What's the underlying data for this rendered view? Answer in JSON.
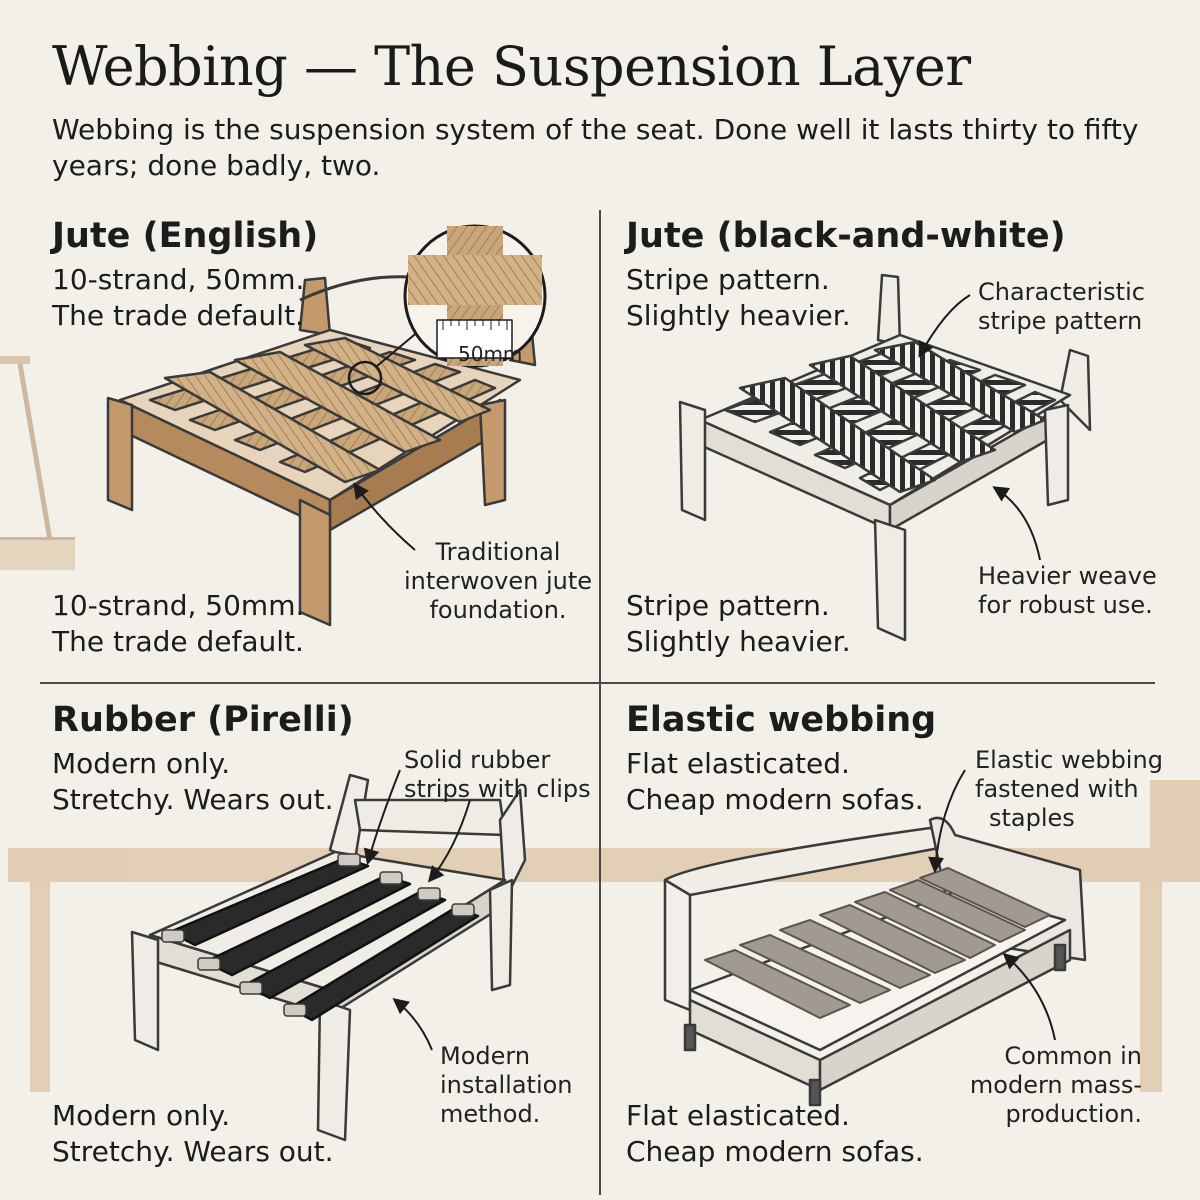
{
  "title": "Webbing — The Suspension Layer",
  "intro": "Webbing is the suspension system of the seat. Done well it lasts thirty to fifty years; done badly, two.",
  "panels": [
    {
      "title": "Jute (English)",
      "lines": [
        "10-strand, 50mm.",
        "The trade default."
      ],
      "lines_bottom": [
        "10-strand, 50mm.",
        "The trade default."
      ],
      "callouts": [
        {
          "lines": [
            "Traditional",
            "interwoven jute",
            "foundation."
          ]
        }
      ],
      "scale_label": "50mm"
    },
    {
      "title": "Jute (black-and-white)",
      "lines": [
        "Stripe pattern.",
        "Slightly heavier."
      ],
      "lines_bottom": [
        "Stripe pattern.",
        "Slightly heavier."
      ],
      "callouts": [
        {
          "lines": [
            "Characteristic",
            "stripe pattern"
          ]
        },
        {
          "lines": [
            "Heavier weave",
            "for robust use."
          ]
        }
      ]
    },
    {
      "title": "Rubber (Pirelli)",
      "lines": [
        "Modern only.",
        "Stretchy. Wears out."
      ],
      "lines_bottom": [
        "Modern only.",
        "Stretchy. Wears out."
      ],
      "callouts": [
        {
          "lines": [
            "Solid rubber",
            "strips with clips"
          ]
        },
        {
          "lines": [
            "Modern",
            "installation",
            "method."
          ]
        }
      ]
    },
    {
      "title": "Elastic webbing",
      "lines": [
        "Flat elasticated.",
        "Cheap modern sofas."
      ],
      "lines_bottom": [
        "Flat elasticated.",
        "Cheap modern sofas."
      ],
      "callouts": [
        {
          "lines": [
            "Elastic webbing",
            "fastened with",
            "staples"
          ]
        },
        {
          "lines": [
            "Common in",
            "modern mass-",
            "production."
          ]
        }
      ]
    }
  ],
  "colors": {
    "background": "#f3f0ea",
    "jute": "#c9a57a",
    "wood": "#c49a6c",
    "rubber": "#2a2a2a",
    "elastic": "#a09a90",
    "frame_outline": "#3a3a3a"
  }
}
